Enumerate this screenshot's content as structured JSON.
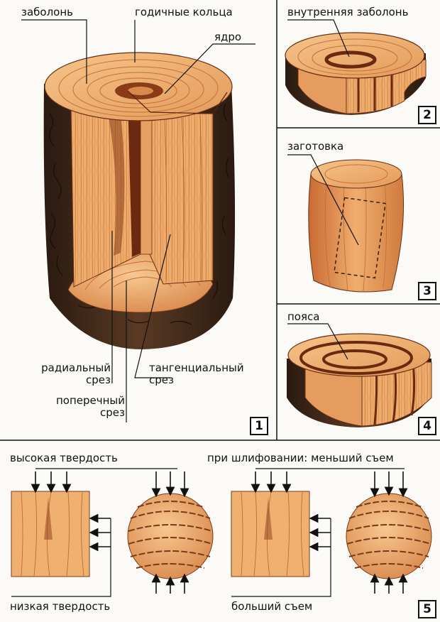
{
  "panel1": {
    "label_sapwood": "заболонь",
    "label_rings": "годичные кольца",
    "label_core": "ядро",
    "label_radial": "радиальный\nсрез",
    "label_tangential": "тангенциальный\nсрез",
    "label_cross": "поперечный\nсрез",
    "number": "1"
  },
  "panel2": {
    "label": "внутренняя заболонь",
    "number": "2"
  },
  "panel3": {
    "label": "заготовка",
    "number": "3"
  },
  "panel4": {
    "label": "пояса",
    "number": "4"
  },
  "panel5": {
    "label_high_hardness": "высокая твердость",
    "label_low_hardness": "низкая твердость",
    "label_grinding": "при шлифовании: меньший съем",
    "label_bigger_removal": "больший съем",
    "number": "5"
  },
  "colors": {
    "wood_light": "#f2b978",
    "wood_mid": "#d9864a",
    "wood_dark": "#8a3c17",
    "bark": "#3a2417",
    "line": "#111111"
  }
}
